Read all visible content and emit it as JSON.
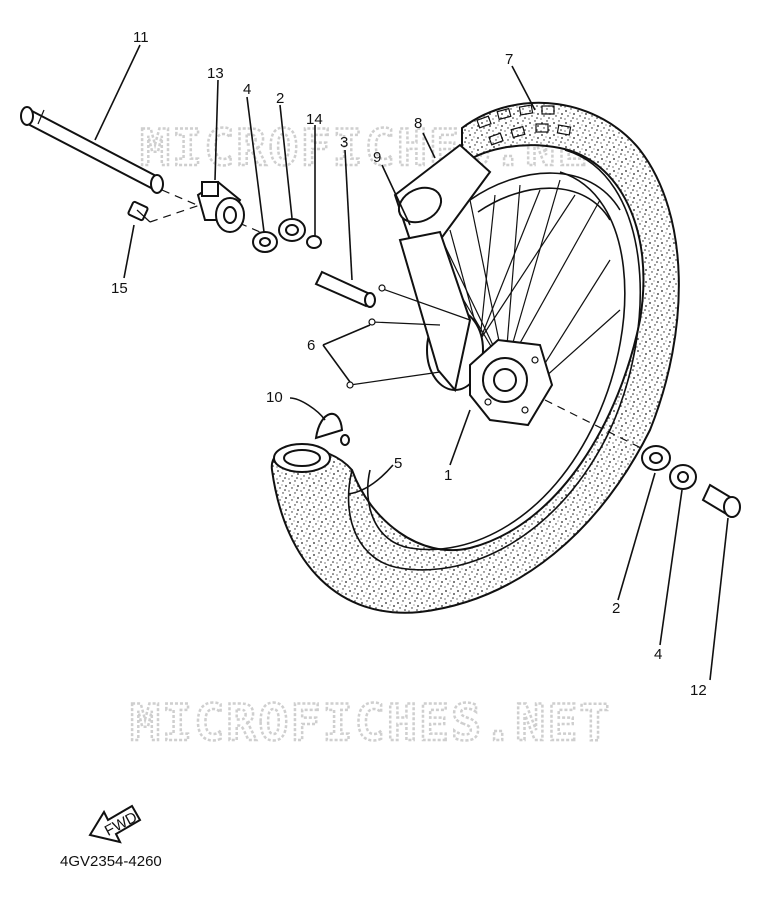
{
  "watermarks": [
    "MICROFICHES.NET",
    "MICROFICHES.NET"
  ],
  "callouts": [
    {
      "id": "c11",
      "text": "11"
    },
    {
      "id": "c13",
      "text": "13"
    },
    {
      "id": "c4a",
      "text": "4"
    },
    {
      "id": "c2a",
      "text": "2"
    },
    {
      "id": "c14",
      "text": "14"
    },
    {
      "id": "c3",
      "text": "3"
    },
    {
      "id": "c8",
      "text": "8"
    },
    {
      "id": "c9",
      "text": "9"
    },
    {
      "id": "c7",
      "text": "7"
    },
    {
      "id": "c15",
      "text": "15"
    },
    {
      "id": "c6",
      "text": "6"
    },
    {
      "id": "c10",
      "text": "10"
    },
    {
      "id": "c5",
      "text": "5"
    },
    {
      "id": "c1",
      "text": "1"
    },
    {
      "id": "c2b",
      "text": "2"
    },
    {
      "id": "c4b",
      "text": "4"
    },
    {
      "id": "c12",
      "text": "12"
    }
  ],
  "fwd_label": "FWD",
  "diagram_code": "4GV2354-4260"
}
